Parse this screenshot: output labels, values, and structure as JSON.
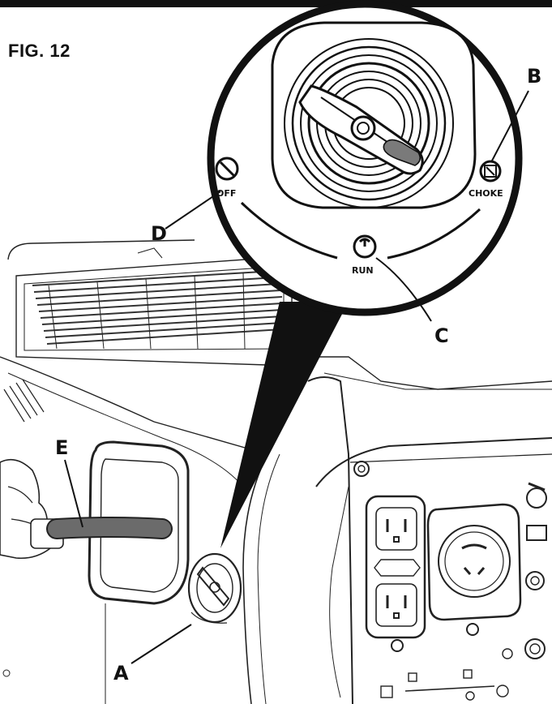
{
  "figure": {
    "title": "FIG. 12"
  },
  "dial": {
    "positions": {
      "off": "OFF",
      "run": "RUN",
      "choke": "CHOKE"
    }
  },
  "callouts": {
    "a": "A",
    "b": "B",
    "c": "C",
    "d": "D",
    "e": "E"
  }
}
